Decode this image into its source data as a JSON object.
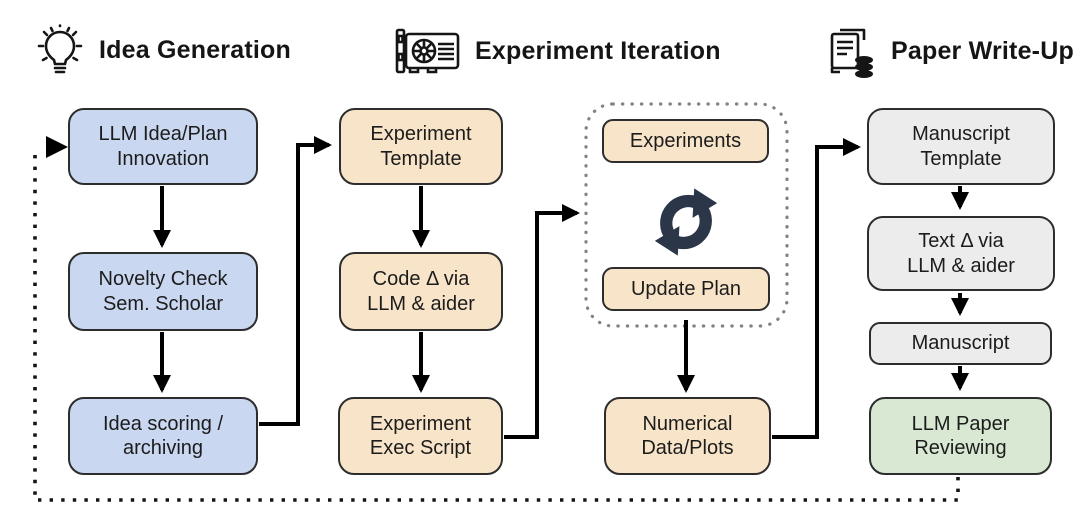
{
  "sections": [
    {
      "title": "Idea Generation",
      "icon": "lightbulb-icon"
    },
    {
      "title": "Experiment Iteration",
      "icon": "gpu-icon"
    },
    {
      "title": "Paper Write-Up",
      "icon": "paper-database-icon"
    }
  ],
  "idea_boxes": [
    {
      "label": "LLM Idea/Plan\nInnovation"
    },
    {
      "label": "Novelty Check\nSem. Scholar"
    },
    {
      "label": "Idea scoring /\narchiving"
    }
  ],
  "experiment_boxes": [
    {
      "label": "Experiment\nTemplate"
    },
    {
      "label": "Code Δ via\nLLM & aider"
    },
    {
      "label": "Experiment\nExec Script"
    }
  ],
  "loop_box": {
    "top_label": "Experiments",
    "bottom_label": "Update Plan",
    "icon": "refresh-loop-icon"
  },
  "numerical_box": {
    "label": "Numerical\nData/Plots"
  },
  "writeup_boxes": [
    {
      "label": "Manuscript\nTemplate"
    },
    {
      "label": "Text Δ via\nLLM & aider"
    },
    {
      "label": "Manuscript"
    },
    {
      "label": "LLM Paper\nReviewing"
    }
  ],
  "colors": {
    "idea_box_fill": "#c9d8f0",
    "experiment_box_fill": "#f8e4c9",
    "writeup_box_fill": "#ececec",
    "review_box_fill": "#d8e8d3",
    "box_border": "#2d2d2d",
    "arrow_color": "#000000",
    "loop_icon_color": "#2b3648",
    "dotted_box_border": "#828282",
    "feedback_loop_color": "#141414"
  }
}
